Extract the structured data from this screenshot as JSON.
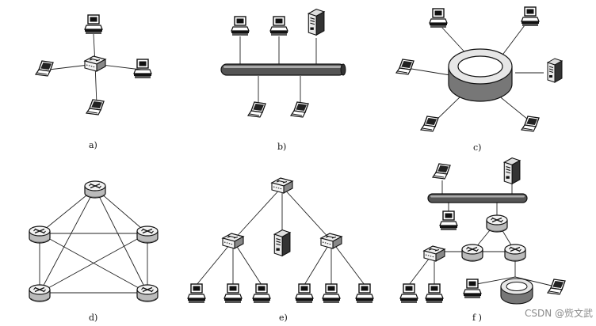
{
  "labels": {
    "a": "a)",
    "b": "b)",
    "c": "c)",
    "d": "d)",
    "e": "e)",
    "f": "f )"
  },
  "watermark": {
    "text": "CSDN @赀文武"
  }
}
